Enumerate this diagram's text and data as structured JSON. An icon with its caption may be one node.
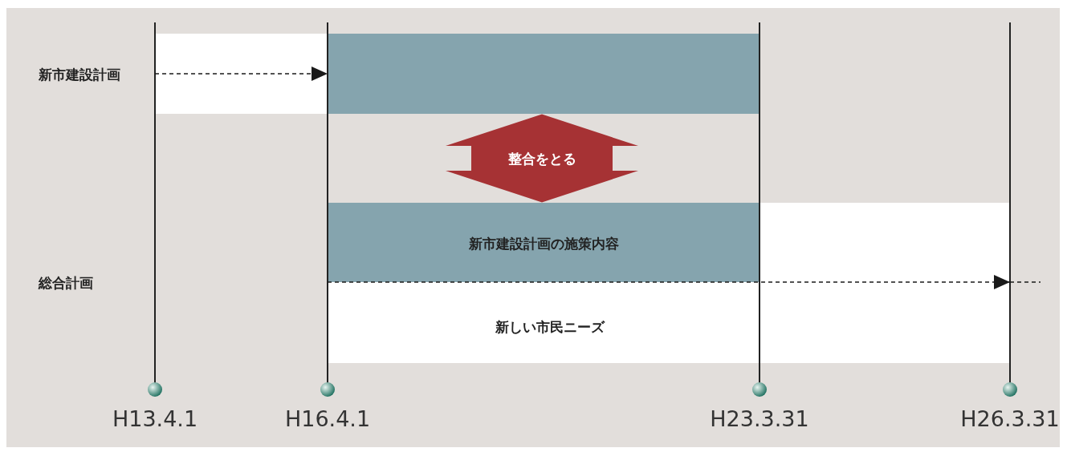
{
  "diagram": {
    "nodes": [
      {
        "text": [
          "新市建設計画"
        ]
      },
      {
        "text": [],
        "shape": "box"
      },
      {
        "text": [],
        "shape": "box"
      },
      {
        "text": [
          "総合計画"
        ]
      },
      {
        "text": [
          "新しい市民ニーズ"
        ]
      },
      {
        "text": [
          "新市建設計画の施策内容"
        ],
        "in": 4
      }
    ],
    "edges": [
      {
        "from": 1,
        "to": 2,
        "arrow": "to",
        "style": "dashed"
      },
      {
        "from": null,
        "to": 4,
        "arrow": "to",
        "style": "dashed"
      },
      {
        "from": 2,
        "to": 5,
        "arrow": "both",
        "style": "thick",
        "color": "#a63234",
        "label": "整合をとる"
      }
    ],
    "labels": [
      "H13.4.1",
      "H16.4.1",
      "H23.3.31",
      "H26.3.31"
    ]
  }
}
